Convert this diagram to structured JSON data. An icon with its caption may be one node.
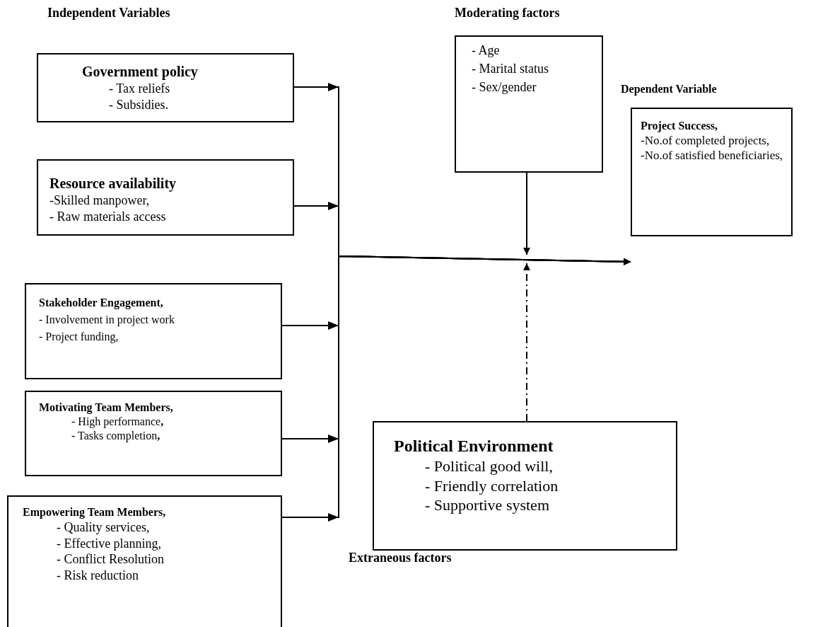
{
  "diagram": {
    "nodes": [
      {
        "text": [
          "Government policy",
          "- Tax reliefs",
          "- Subsidies."
        ]
      },
      {
        "text": [
          "Resource availability",
          "-Skilled manpower,",
          "- Raw materials access"
        ]
      },
      {
        "text": [
          "Stakeholder Engagement,",
          "- Involvement in project work",
          "- Project funding,"
        ]
      },
      {
        "text": [
          "Motivating Team Members,",
          "- High performance**,**",
          "- Tasks completion**,**"
        ]
      },
      {
        "text": [
          "Empowering Team Members,",
          "- Quality services,",
          "- Effective planning,",
          "- Conflict Resolution",
          "- Risk reduction"
        ]
      },
      {
        "text": [
          "- Age",
          "- Marital status",
          "- Sex/gender"
        ]
      },
      {
        "text": [
          "Project Success,",
          "-No.of completed projects,",
          "-No.of satisfied beneficiaries,"
        ]
      },
      {
        "text": [
          "Political Environment",
          "- Political good will,",
          "- Friendly correlation",
          "- Supportive system"
        ]
      }
    ],
    "edges": [
      {
        "from": 0,
        "to": 6,
        "arrow": "to"
      },
      {
        "from": 1,
        "to": 6,
        "arrow": "to"
      },
      {
        "from": 2,
        "to": 6,
        "arrow": "to"
      },
      {
        "from": 3,
        "to": 6,
        "arrow": "to"
      },
      {
        "from": 4,
        "to": 6,
        "arrow": "to"
      },
      {
        "from": 5,
        "to": null,
        "arrow": "to"
      },
      {
        "from": 7,
        "to": null,
        "arrow": "to",
        "style": "dashed"
      }
    ],
    "labels": [
      "Independent Variables",
      "Moderating factors",
      "Dependent Variable",
      "Extraneous factors"
    ]
  }
}
